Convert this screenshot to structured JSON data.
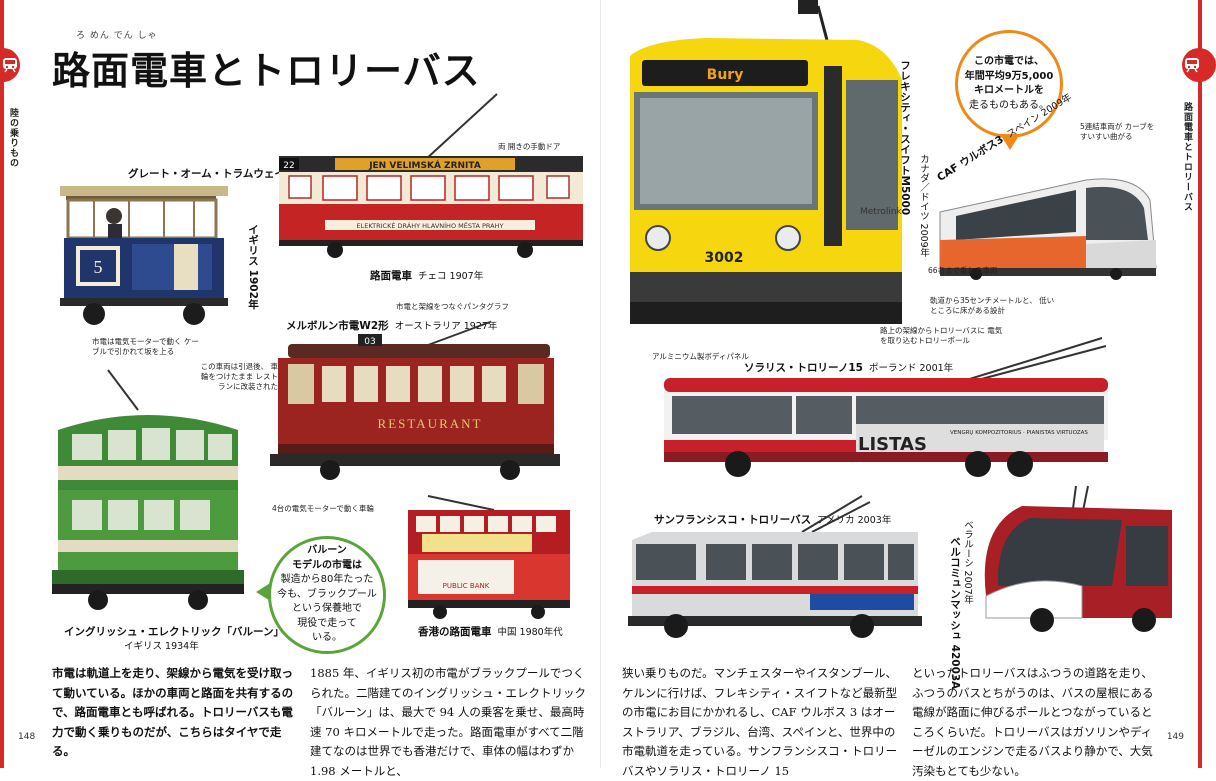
{
  "header": {
    "title": "路面電車とトロリーバス",
    "title_ruby": "ろ めん でん しゃ",
    "side_label_left": "陸の乗りもの",
    "side_label_right": "路面電車とトロリーバス"
  },
  "page_numbers": {
    "left": "148",
    "right": "149"
  },
  "vehicles": {
    "great_orme": {
      "name": "グレート・オーム・トラムウェイ",
      "country_year": "イギリス 1902年",
      "note": "市電は電気モーターで動く ケーブルで引かれて坂を上る"
    },
    "prague_tram": {
      "name": "路面電車",
      "country_year": "チェコ 1907年",
      "note": "両 開きの手動ドア",
      "sign_text": "JEN VELIMSKÁ ZRNITA",
      "body_text": "ELEKTRICKÉ DRÁHY HLAVNÍHO MĚSTA PRAHY",
      "number": "22"
    },
    "melbourne": {
      "name": "メルボルン市電W2形",
      "country_year": "オーストラリア 1927年",
      "note_top": "市電と架線をつなぐパンタグラフ",
      "note_side": "この車両は引退後、 車輪をつけたまま レストランに改装された",
      "note_bottom": "4台の電気モーターで動く車輪",
      "restaurant_text": "RESTAURANT",
      "number": "03"
    },
    "blackpool": {
      "name": "イングリッシュ・エレクトリック「バルーン」",
      "country_year": "イギリス 1934年"
    },
    "hongkong": {
      "name": "香港の路面電車",
      "country_year": "中国 1980年代",
      "ad_text": "PUBLIC BANK"
    },
    "flexity": {
      "name": "フレキシティ・スイフトM5000",
      "country_year": "カナダ／ドイツ 2009年",
      "note": "アルミニウム製ボディパネル",
      "destination": "Bury",
      "number": "3002",
      "brand": "Metrolink"
    },
    "caf": {
      "name": "CAF ウルボス3",
      "country_year": "スペイン 2009年",
      "note_top": "5連結車両が カーブをすいすい曲がる",
      "note_mid": "66名まで乗れる車両",
      "note_bottom": "軌道から35センチメートルと、 低いところに床がある設計"
    },
    "solaris": {
      "name": "ソラリス・トロリーノ15",
      "country_year": "ポーランド 2001年",
      "note": "路上の架線からトロリーバスに 電気を取り込むトロリーポール",
      "ad_title": "LISTAS",
      "ad_line": "VENGRŲ KOMPOZITORIUS · PIANISTAS VIRTUOZAS"
    },
    "sf": {
      "name": "サンフランシスコ・トロリーバス",
      "country_year": "アメリカ 2003年"
    },
    "belkommash": {
      "name": "ベルコミュンマッシュ 42003A",
      "country_year": "ベラルーシ 2007年"
    }
  },
  "bubbles": {
    "green": [
      "バルーン",
      "モデルの市電は",
      "製造から80年たった",
      "今も、ブラックプール",
      "という保養地で",
      "現役で走って",
      "いる。"
    ],
    "orange": [
      "この市電では、",
      "年間平均9万5,000",
      "キロメートルを",
      "走るものもある。"
    ]
  },
  "text": {
    "intro": "市電は軌道上を走り、架線から電気を受け取って動いている。ほかの車両と路面を共有するので、路面電車とも呼ばれる。トロリーバスも電力で動く乗りものだが、こちらはタイヤで走る。",
    "col2": "1885 年、イギリス初の市電がブラックプールでつくられた。二階建てのイングリッシュ・エレクトリック「バルーン」は、最大で 94 人の乗客を乗せ、最高時速 70 キロメートルで走った。路面電車がすべて二階建てなのは世界でも香港だけで、車体の幅はわずか 1.98 メートルと、",
    "col3": "狭い乗りものだ。マンチェスターやイスタンブール、ケルンに行けば、フレキシティ・スイフトなど最新型の市電にお目にかかれるし、CAF ウルボス 3 はオーストラリア、ブラジル、台湾、スペインと、世界中の市電軌道を走っている。サンフランシスコ・トロリーバスやソラリス・トロリーノ 15",
    "col4": "といったトロリーバスはふつうの道路を走り、ふつうのバスとちがうのは、バスの屋根にある電線が路面に伸びるポールとつながっているところくらいだ。トロリーバスはガソリンやディーゼルのエンジンで走るバスより静かで、大気汚染もとても少ない。"
  },
  "colors": {
    "accent_red": "#d52a27",
    "bubble_green": "#5aa53a",
    "bubble_orange": "#f08a16",
    "tram_yellow": "#f6d70f"
  }
}
